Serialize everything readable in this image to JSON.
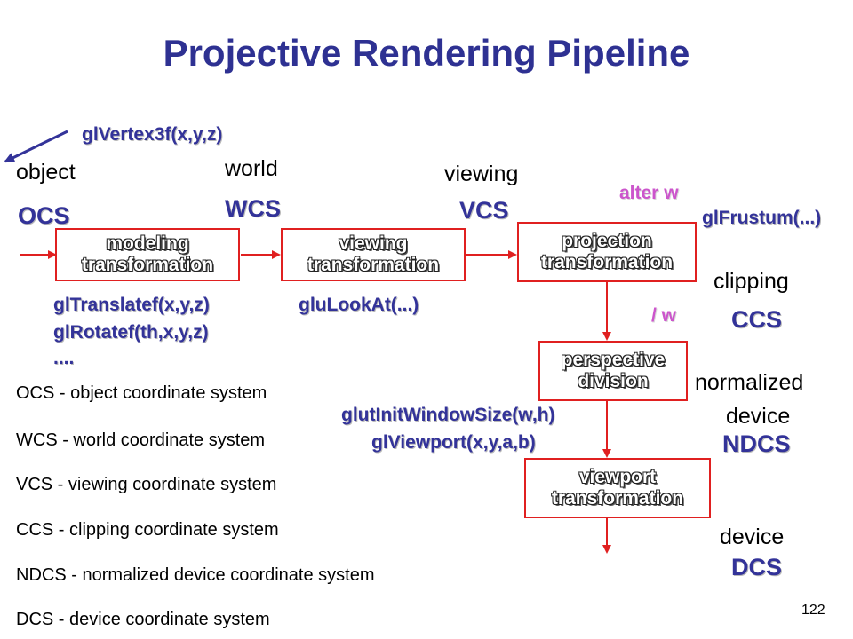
{
  "title": "Projective Rendering Pipeline",
  "calls": {
    "vertex": "glVertex3f(x,y,z)",
    "translate": "glTranslatef(x,y,z)",
    "rotate": "glRotatef(th,x,y,z)",
    "ellipsis": "....",
    "lookat": "gluLookAt(...)",
    "frustum": "glFrustum(...)",
    "window_size": "glutInitWindowSize(w,h)",
    "viewport": "glViewport(x,y,a,b)"
  },
  "spaces": {
    "object": {
      "label": "object",
      "acronym": "OCS"
    },
    "world": {
      "label": "world",
      "acronym": "WCS"
    },
    "viewing": {
      "label": "viewing",
      "acronym": "VCS"
    },
    "clipping": {
      "label": "clipping",
      "acronym": "CCS"
    },
    "normalized": {
      "label1": "normalized",
      "label2": "device",
      "acronym": "NDCS"
    },
    "device": {
      "label": "device",
      "acronym": "DCS"
    }
  },
  "notes": {
    "alter_w": "alter w",
    "divide_w": "/ w"
  },
  "boxes": {
    "modeling": {
      "line1": "modeling",
      "line2": "transformation"
    },
    "viewing": {
      "line1": "viewing",
      "line2": "transformation"
    },
    "projection": {
      "line1": "projection",
      "line2": "transformation"
    },
    "perspective": {
      "line1": "perspective",
      "line2": "division"
    },
    "viewport": {
      "line1": "viewport",
      "line2": "transformation"
    }
  },
  "definitions": [
    "OCS - object coordinate system",
    "WCS - world coordinate system",
    "VCS - viewing coordinate system",
    "CCS - clipping coordinate system",
    "NDCS - normalized device coordinate system",
    "DCS - device coordinate system"
  ],
  "page_number": "122",
  "colors": {
    "title": "#2e3192",
    "code": "#333399",
    "accent_pink": "#cc55cc",
    "box_border": "#e02020",
    "arrow": "#e02020",
    "vertex_arrow": "#333399"
  }
}
